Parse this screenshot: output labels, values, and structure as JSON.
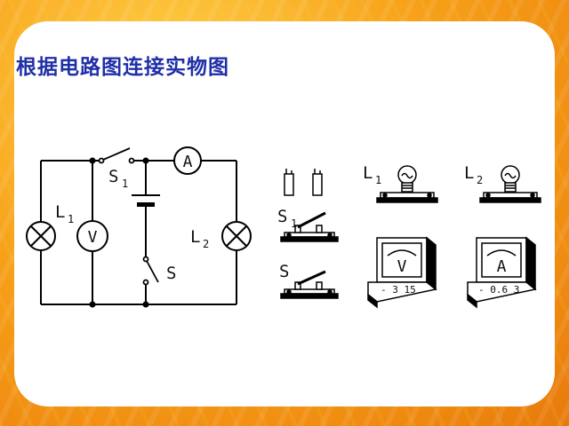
{
  "slide": {
    "title": "根据电路图连接实物图"
  },
  "circuit": {
    "L1": "L",
    "L1_sub": "1",
    "L2": "L",
    "L2_sub": "2",
    "V": "V",
    "A": "A",
    "S1": "S",
    "S1_sub": "1",
    "S": "S"
  },
  "components": {
    "bulb1_label": "L",
    "bulb1_sub": "1",
    "bulb2_label": "L",
    "bulb2_sub": "2",
    "switch1_label": "S",
    "switch1_sub": "1",
    "switch2_label": "S",
    "voltmeter_symbol": "V",
    "voltmeter_scale": "- 3 15",
    "ammeter_symbol": "A",
    "ammeter_scale": "- 0.6 3"
  },
  "colors": {
    "title": "#1f2fa8",
    "background": "#f7a21a",
    "panel": "#ffffff"
  }
}
